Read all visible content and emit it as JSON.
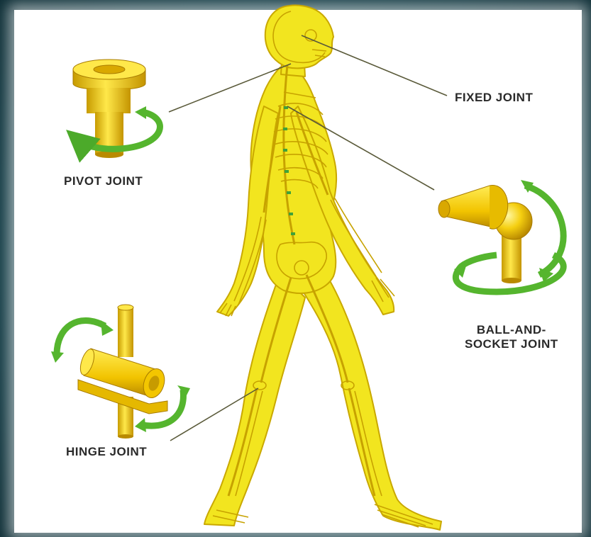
{
  "labels": {
    "fixed": "FIXED JOINT",
    "pivot": "PIVOT JOINT",
    "ball_line1": "BALL-AND-",
    "ball_line2": "SOCKET JOINT",
    "hinge": "HINGE JOINT"
  },
  "colors": {
    "body_fill": "#f2e51f",
    "body_outline": "#c9a800",
    "bone": "#f7ee6a",
    "spine_accent": "#3fa23a",
    "arrow_green": "#55b52e",
    "leader_line": "#5a5a3a",
    "label_text": "#2a2a2a"
  },
  "icons": [
    "fixed-joint-skull",
    "pivot-joint-icon",
    "ball-and-socket-joint-icon",
    "hinge-joint-icon",
    "rotation-arrow-icon"
  ]
}
